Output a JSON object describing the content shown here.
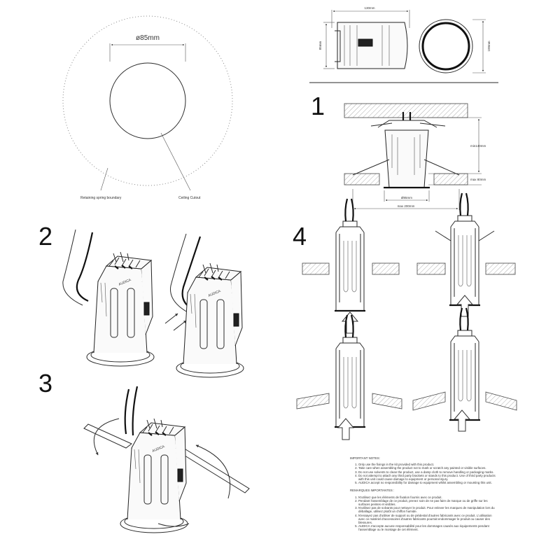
{
  "cutout_diagram": {
    "diameter_label": "ø85mm",
    "retaining_label": "Retaining spring boundary",
    "ceiling_label": "Ceiling Cutout"
  },
  "product_dims": {
    "width": "130mm",
    "height": "85mm",
    "face_diameter": "100mm"
  },
  "steps": {
    "s1": "1",
    "s2": "2",
    "s3": "3",
    "s4": "4"
  },
  "step1_dims": {
    "min_height": "min140mm",
    "max_thickness": "max 80mm",
    "cutout": "Ø85mm",
    "max_width": "max 200mm"
  },
  "brand": "AUDICA",
  "notes": {
    "en_heading": "IMPORTANT NOTES:",
    "en_items": [
      "Only use the fixings in the kit provided with this product.",
      "Take care when assembling the product not to mark or scratch any painted or visible surfaces.",
      "Do not use solvents to clean the product, use a damp cloth to remove handling or packaging marks.",
      "Do not attempt to attach any third party brackets or stands to this product. Use of third party products with this unit could cause damage to equipment or personal injury.",
      "AUDICA accept no responsibility for damage to equipment whilst assembling or mounting this unit."
    ],
    "fr_heading": "REMARQUES IMPORTANTES :",
    "fr_items": [
      "N'utilisez que les éléments de fixation fournis avec ce produit.",
      "Pendant l'assemblage de ce produit, prenez soin de ne pas faire de marque ou de griffe sur les surfaces peintes et visibles.",
      "N'utilisez pas de solvants pour nettoyer le produit. Pour enlever les marques de manipulation lors du déballage, utilisez plutôt un chiffon humide.",
      "N'essayez pas d'utiliser de support ou de piédestal d'autres fabricants avec ce produit. L'utilisation avec ce matériel d'accessoires d'autres fabricants pourrait endommager le produit ou causer des blessures.",
      "AUDICA n'accepte aucune responsabilité pour les dommages causés aux équipements pendant l'assemblage ou le montage de cet élément."
    ]
  }
}
